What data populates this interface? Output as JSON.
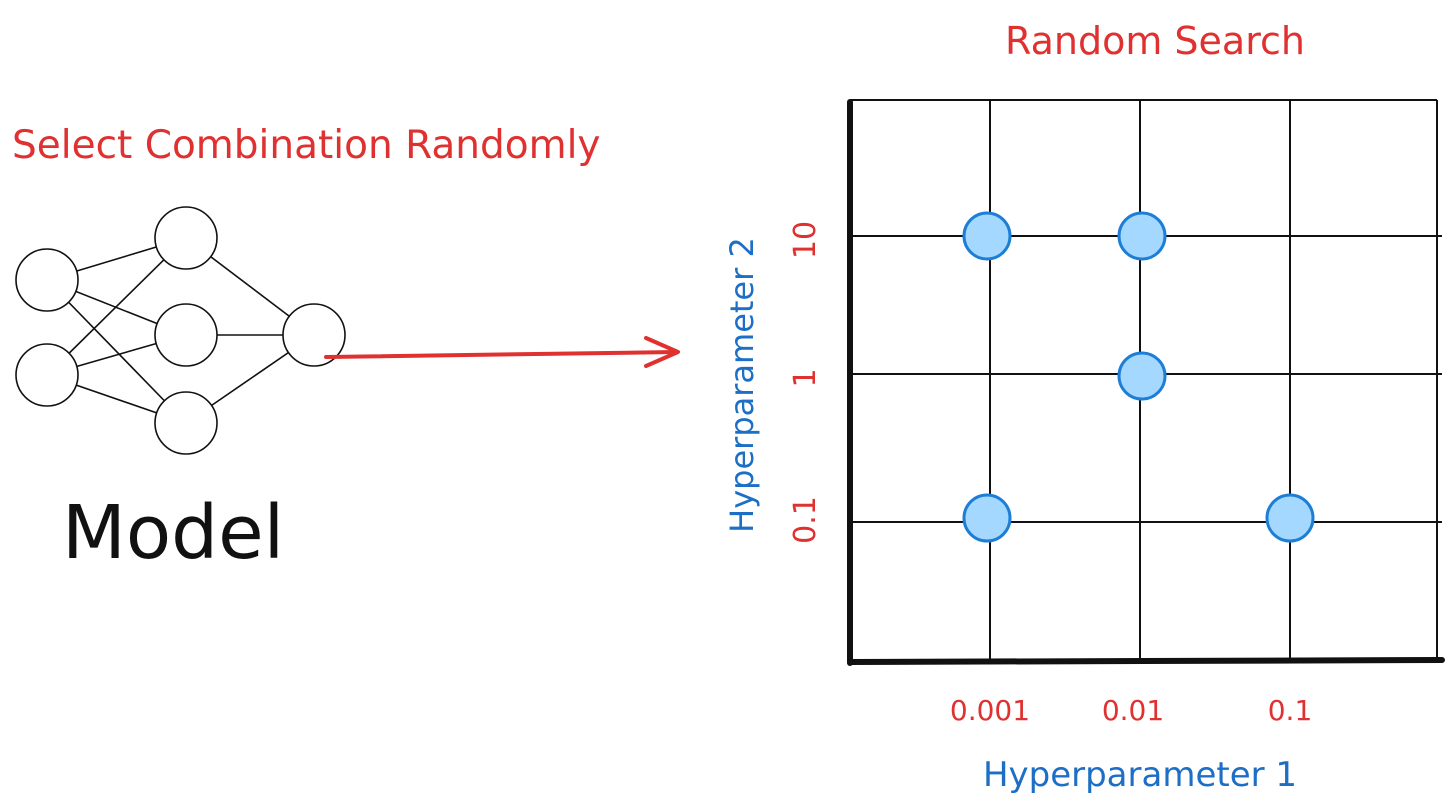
{
  "diagram": {
    "left_title": "Select Combination Randomly",
    "model_label": "Model",
    "right_title": "Random Search",
    "x_axis_title": "Hyperparameter 1",
    "y_axis_title": "Hyperparameter 2",
    "x_ticks": [
      "0.001",
      "0.01",
      "0.1"
    ],
    "y_ticks": [
      "10",
      "1",
      "0.1"
    ],
    "samples": [
      {
        "x": "0.001",
        "y": "10"
      },
      {
        "x": "0.01",
        "y": "10"
      },
      {
        "x": "0.01",
        "y": "1"
      },
      {
        "x": "0.001",
        "y": "0.1"
      },
      {
        "x": "0.1",
        "y": "0.1"
      }
    ],
    "colors": {
      "title": "#e03131",
      "tick": "#e03131",
      "axis_title": "#1c6fc4",
      "point_fill": "#a5d8ff",
      "point_stroke": "#1c7ed6",
      "arrow": "#e03131",
      "ink": "#111111"
    }
  }
}
